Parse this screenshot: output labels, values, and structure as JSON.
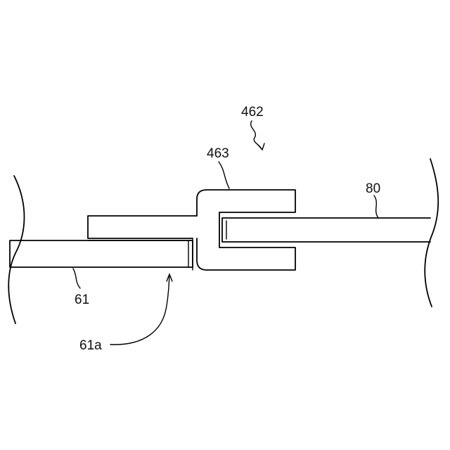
{
  "labels": {
    "assembly": "462",
    "clip": "463",
    "cable": "80",
    "substrate": "61",
    "substrate_end": "61a"
  }
}
